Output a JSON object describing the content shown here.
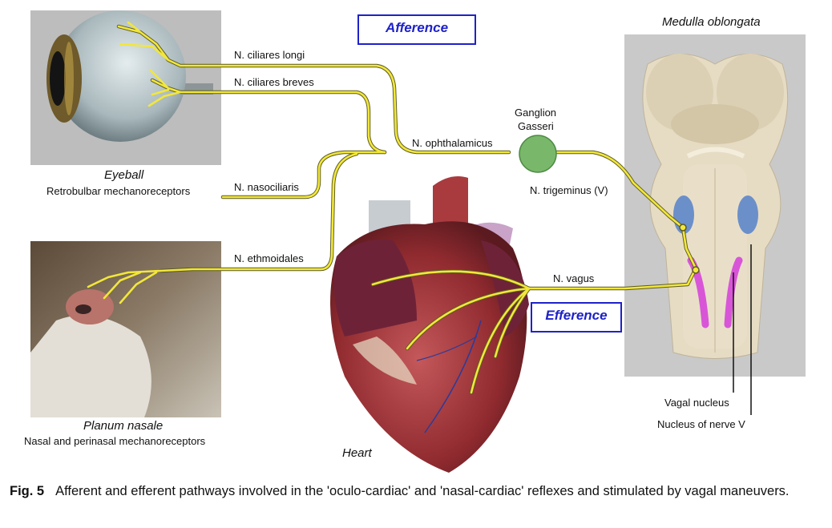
{
  "boxes": {
    "afference": "Afference",
    "efference": "Efference"
  },
  "labels": {
    "medulla": "Medulla oblongata",
    "eyeball_title": "Eyeball",
    "eyeball_sub": "Retrobulbar mechanoreceptors",
    "planum_title": "Planum nasale",
    "planum_sub": "Nasal and perinasal mechanoreceptors",
    "heart": "Heart",
    "ciliares_longi": "N. ciliares longi",
    "ciliares_breves": "N. ciliares breves",
    "ophthalmicus": "N. ophthalamicus",
    "nasociliaris": "N. nasociliaris",
    "ethmoidales": "N. ethmoidales",
    "ganglion": "Ganglion",
    "gasseri": "Gasseri",
    "trigeminus": "N. trigeminus (V)",
    "vagus": "N. vagus",
    "vagal_nucleus": "Vagal nucleus",
    "nucleus_v": "Nucleus of nerve V"
  },
  "caption": {
    "fig": "Fig. 5",
    "text": "Afferent and efferent pathways involved in the 'oculo-cardiac' and 'nasal-cardiac' reflexes and stimulated by vagal maneuvers."
  },
  "colors": {
    "nerve": "#f2e73a",
    "box_border": "#1e22c8",
    "ganglion": "#79b86a",
    "nucleus_blue": "#6b8fc9",
    "nucleus_magenta": "#d855d8",
    "heart_red": "#a3373a"
  }
}
